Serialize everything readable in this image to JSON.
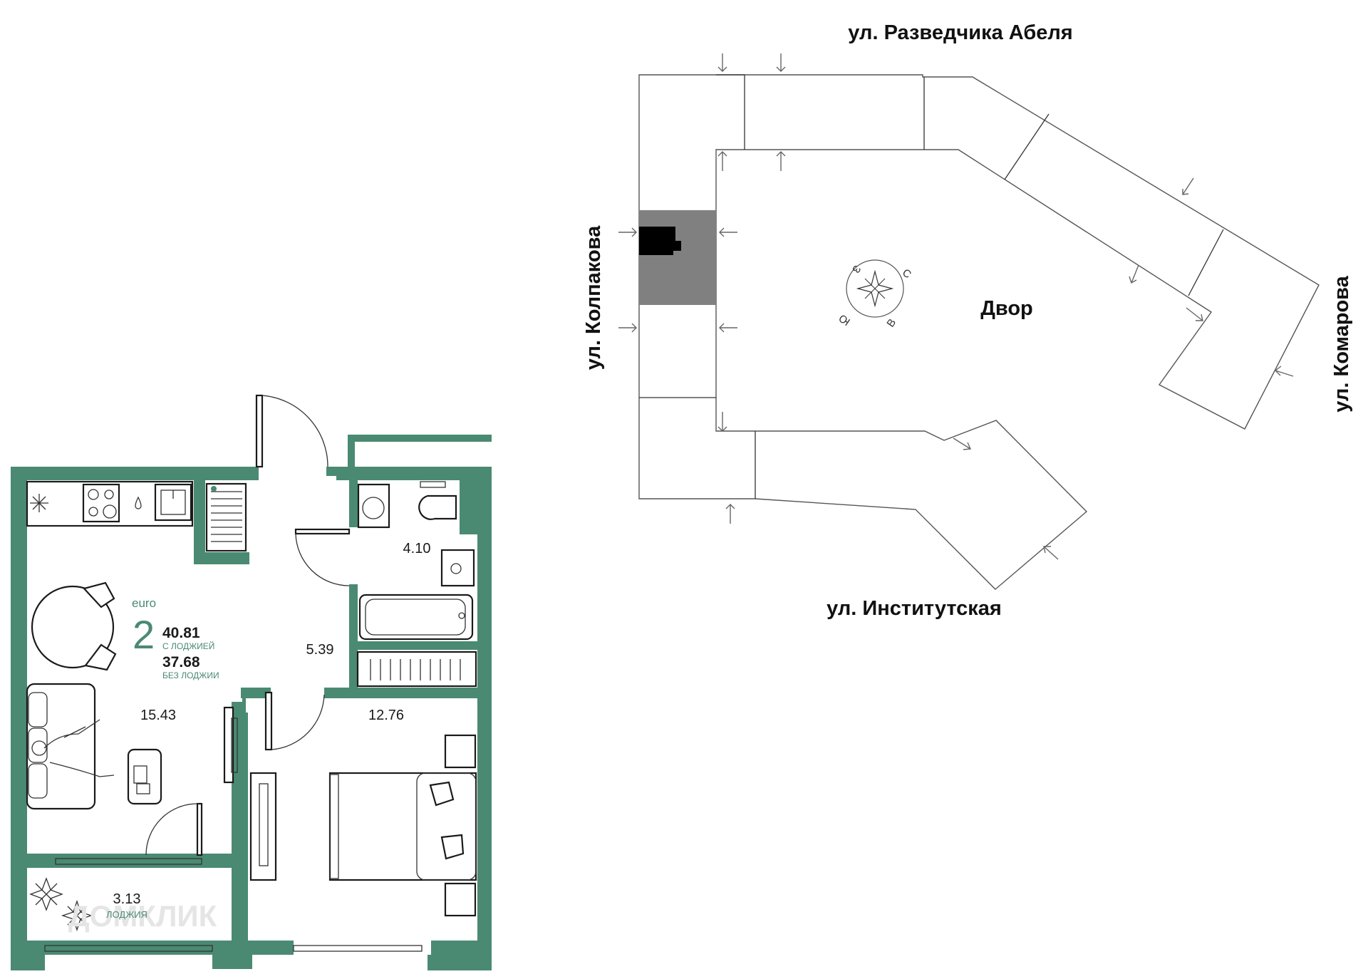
{
  "apartment": {
    "class_label": "euro",
    "rooms": "2",
    "total_area": "40.81",
    "total_area_caption": "С ЛОДЖИЕЙ",
    "living_area": "37.68",
    "living_area_caption": "БЕЗ ЛОДЖИИ"
  },
  "rooms": {
    "kitchen_living": "15.43",
    "hall": "5.39",
    "bathroom": "4.10",
    "bedroom": "12.76",
    "loggia": "3.13",
    "loggia_caption": "ЛОДЖИЯ"
  },
  "site_plan": {
    "streets": {
      "north": "ул. Разведчика Абеля",
      "west": "ул. Колпакова",
      "east": "ул. Комарова",
      "south": "ул. Институтская"
    },
    "courtyard_label": "Двор",
    "compass": {
      "north": "С",
      "east": "В",
      "south": "Ю",
      "west": "З"
    }
  },
  "watermark": "ДОМКЛИК",
  "colors": {
    "wall": "#4a8a72",
    "highlight_section": "#808080",
    "highlight_apartment": "#000000"
  }
}
